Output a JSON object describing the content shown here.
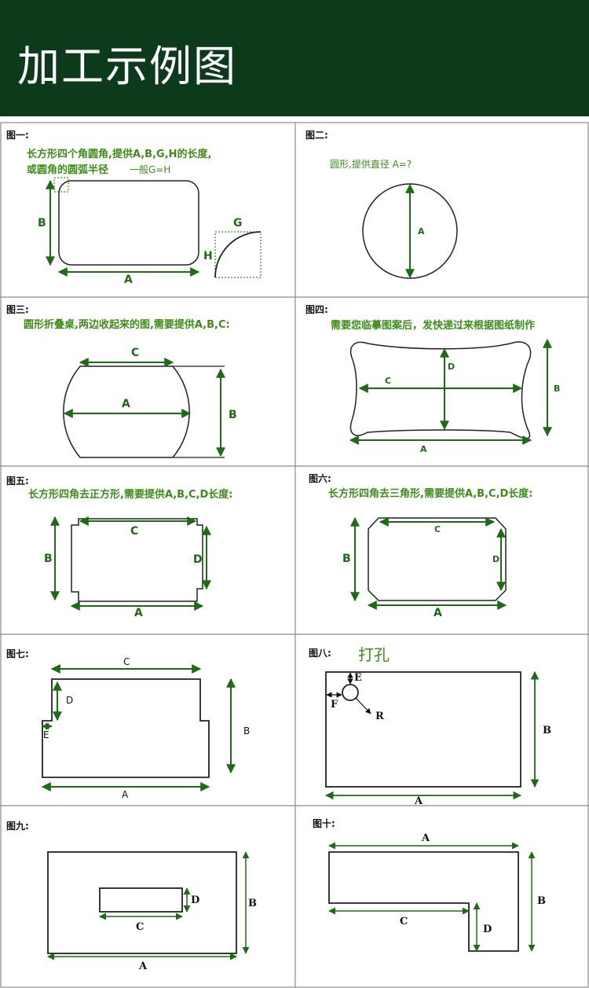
{
  "header": {
    "title": "加工示例图"
  },
  "figures": [
    {
      "label": "图一:",
      "desc_line1": "长方形四个角圆角,提供A,B,G,H的长度,",
      "desc_line2": "或圆角的圆弧半径",
      "note": "一般G=H",
      "letters": [
        "A",
        "B",
        "G",
        "H"
      ]
    },
    {
      "label": "图二:",
      "desc": "圆形,提供直径 A=?",
      "letters": [
        "A"
      ]
    },
    {
      "label": "图三:",
      "desc": "圆形折叠桌,两边收起来的图,需要提供A,B,C:",
      "letters": [
        "A",
        "B",
        "C"
      ]
    },
    {
      "label": "图四:",
      "desc": "需要您临摹图案后，发快递过来根据图纸制作",
      "letters": [
        "A",
        "B",
        "C",
        "D"
      ]
    },
    {
      "label": "图五:",
      "desc": "长方形四角去正方形,需要提供A,B,C,D长度:",
      "letters": [
        "A",
        "B",
        "C",
        "D"
      ]
    },
    {
      "label": "图六:",
      "desc": "长方形四角去三角形,需要提供A,B,C,D长度:",
      "letters": [
        "A",
        "B",
        "C",
        "D"
      ]
    },
    {
      "label": "图七:",
      "letters": [
        "A",
        "B",
        "C",
        "D",
        "E"
      ]
    },
    {
      "label": "图八:",
      "desc": "打孔",
      "letters": [
        "A",
        "B",
        "E",
        "F",
        "R"
      ]
    },
    {
      "label": "图九:",
      "letters": [
        "A",
        "B",
        "C",
        "D"
      ]
    },
    {
      "label": "图十:",
      "letters": [
        "A",
        "B",
        "C",
        "D"
      ]
    }
  ]
}
